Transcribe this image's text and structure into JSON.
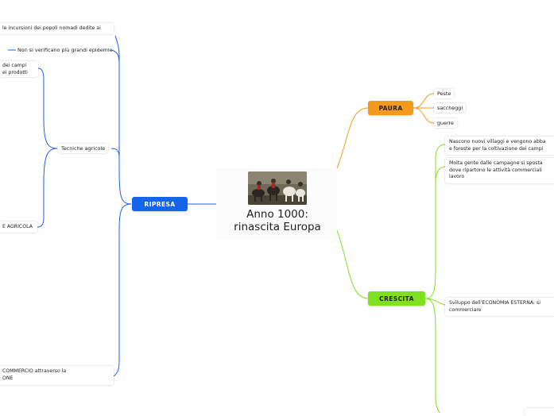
{
  "central": {
    "title_line1": "Anno 1000:",
    "title_line2": "rinascita Europa",
    "image": "four-horsemen-painting"
  },
  "branches": {
    "ripresa": {
      "label": "RIPRESA",
      "color": "#1565e8"
    },
    "paura": {
      "label": "PAURA",
      "color": "#f39a1e"
    },
    "crescita": {
      "label": "CRESCITA",
      "color": "#7ee01f"
    }
  },
  "left_nodes": {
    "incursioni": "le incursioni dei popoli nomadi dedite ai",
    "epidemie": "Non si verificano più grandi epidemie",
    "campi_line1": "dei campi",
    "campi_line2": "ei prodotti",
    "tecniche": "Tecniche agricole",
    "agricola": "E AGRICOLA",
    "commercio_line1": "COMMERCIO attraverso la",
    "commercio_line2": "ONE"
  },
  "paura_leaves": [
    "Peste",
    "saccheggi",
    "guerre"
  ],
  "crescita_nodes": {
    "villaggi_line1": "Nascono nuovi villaggi e vengono abba",
    "villaggi_line2": "e foreste per la coltivazione dei campi",
    "gente_line1": "Molta gente dalle campagne si sposta",
    "gente_line2": "dove ripartono le attività commerciali",
    "gente_line3": "lavoro",
    "economia_line1": "Sviluppo dell'ECONOMIA ESTERNA: si",
    "economia_line2": "commerciare"
  },
  "colors": {
    "ripresa": "#1565e8",
    "paura": "#f39a1e",
    "crescita": "#7ee01f"
  }
}
